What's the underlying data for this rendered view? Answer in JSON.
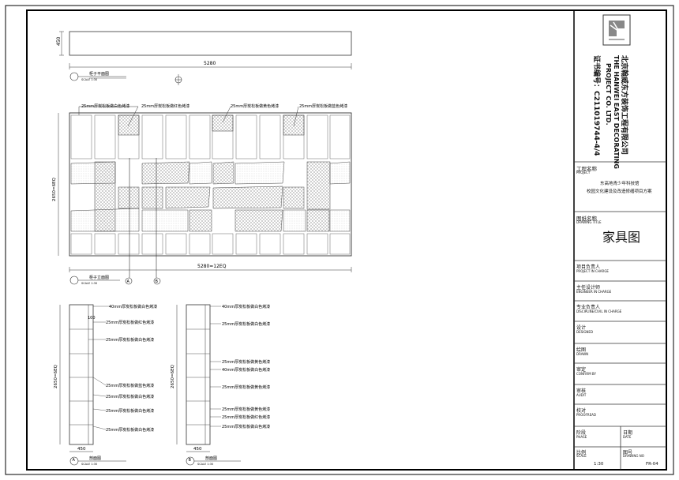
{
  "company": {
    "name_zh": "北京翰威东方装饰工程有限公司",
    "name_en_1": "THE HANWEI EAST DECORATING",
    "name_en_2": "PROJECT CO. LTD.",
    "cert": "证书编号：C211019744-4/4"
  },
  "title_block": {
    "project_label": "工程名称",
    "project_label_en": "PROJECT",
    "project_line1": "东高地青少年科技馆",
    "project_line2": "校园文化建设及改造修缮项目方案",
    "drawing_title_label": "图纸名称",
    "drawing_title_label_en": "DRAWING TITLE",
    "drawing_title": "家具图",
    "rows": [
      {
        "zh": "项目负责人",
        "en": "PROJECT IN CHARGE"
      },
      {
        "zh": "主任设计师",
        "en": "ENGINEER IN CHARGE"
      },
      {
        "zh": "专业负责人",
        "en": "DISCIPLINE/CIVIL IN CHARGE"
      },
      {
        "zh": "设计",
        "en": "DESIGNED"
      },
      {
        "zh": "绘图",
        "en": "DRAWN"
      },
      {
        "zh": "审定",
        "en": "CONFIRM BY"
      },
      {
        "zh": "审核",
        "en": "AUDIT"
      },
      {
        "zh": "校对",
        "en": "PROOFREAD"
      }
    ],
    "phase_label": "阶段",
    "phase_label_en": "PHASE",
    "date_label": "日期",
    "date_label_en": "DATE",
    "scale_label": "比例",
    "scale_label_en": "SCALE",
    "scale_value": "1:30",
    "drawing_no_label": "图号",
    "drawing_no_label_en": "DRAWING NO",
    "drawing_no": "FR-04"
  },
  "plan_view": {
    "dim_height": "450",
    "dim_width": "5280",
    "title": "柜子平面图",
    "scale": "SCALE 1:30"
  },
  "elevation": {
    "dim_height": "2650=6EQ",
    "dim_width": "5280=12EQ",
    "title": "柜子立面图",
    "scale": "SCALE 1:30",
    "notes": [
      "25mm厚炭松板做白色烤漆",
      "25mm厚炭松板做红色烤漆",
      "25mm厚炭松板做黄色烤漆",
      "25mm厚炭松板做蓝色烤漆"
    ],
    "markers": [
      "A",
      "B"
    ]
  },
  "section_a": {
    "marker": "A",
    "dim_height": "2650=6EQ",
    "dim_width": "450",
    "dim_small": "100",
    "title": "剖面图",
    "scale": "SCALE 1:30",
    "notes": [
      "40mm厚炭松板做白色烤漆",
      "25mm厚炭松板做红色烤漆",
      "25mm厚炭松板做白色烤漆",
      "25mm厚炭松板做蓝色烤漆",
      "25mm厚炭松板做白色烤漆",
      "25mm厚炭松板做白色烤漆",
      "25mm厚炭松板做白色烤漆"
    ]
  },
  "section_b": {
    "marker": "B",
    "dim_height": "2650=6EQ",
    "dim_width": "450",
    "title": "剖面图",
    "scale": "SCALE 1:30",
    "notes": [
      "40mm厚炭松板做白色烤漆",
      "25mm厚炭松板做白色烤漆",
      "25mm厚炭松板做黄色烤漆",
      "40mm厚炭松板做白色烤漆",
      "25mm厚炭松板做黄色烤漆",
      "25mm厚炭松板做黄色烤漆",
      "25mm厚炭松板做红色烤漆",
      "25mm厚炭松板做白色烤漆"
    ]
  }
}
